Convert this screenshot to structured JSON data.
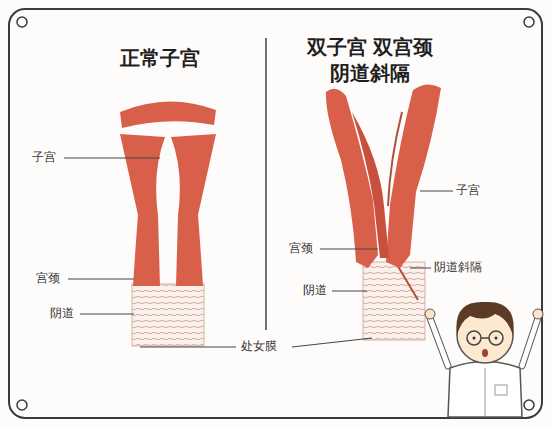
{
  "diagram": {
    "labels": [
      "正常子宫",
      "双子宫 双宫颈 阴道斜隔",
      "子宫",
      "宫颈",
      "阴道",
      "子宫",
      "宫颈",
      "阴道斜隔",
      "阴道",
      "处女膜"
    ]
  }
}
